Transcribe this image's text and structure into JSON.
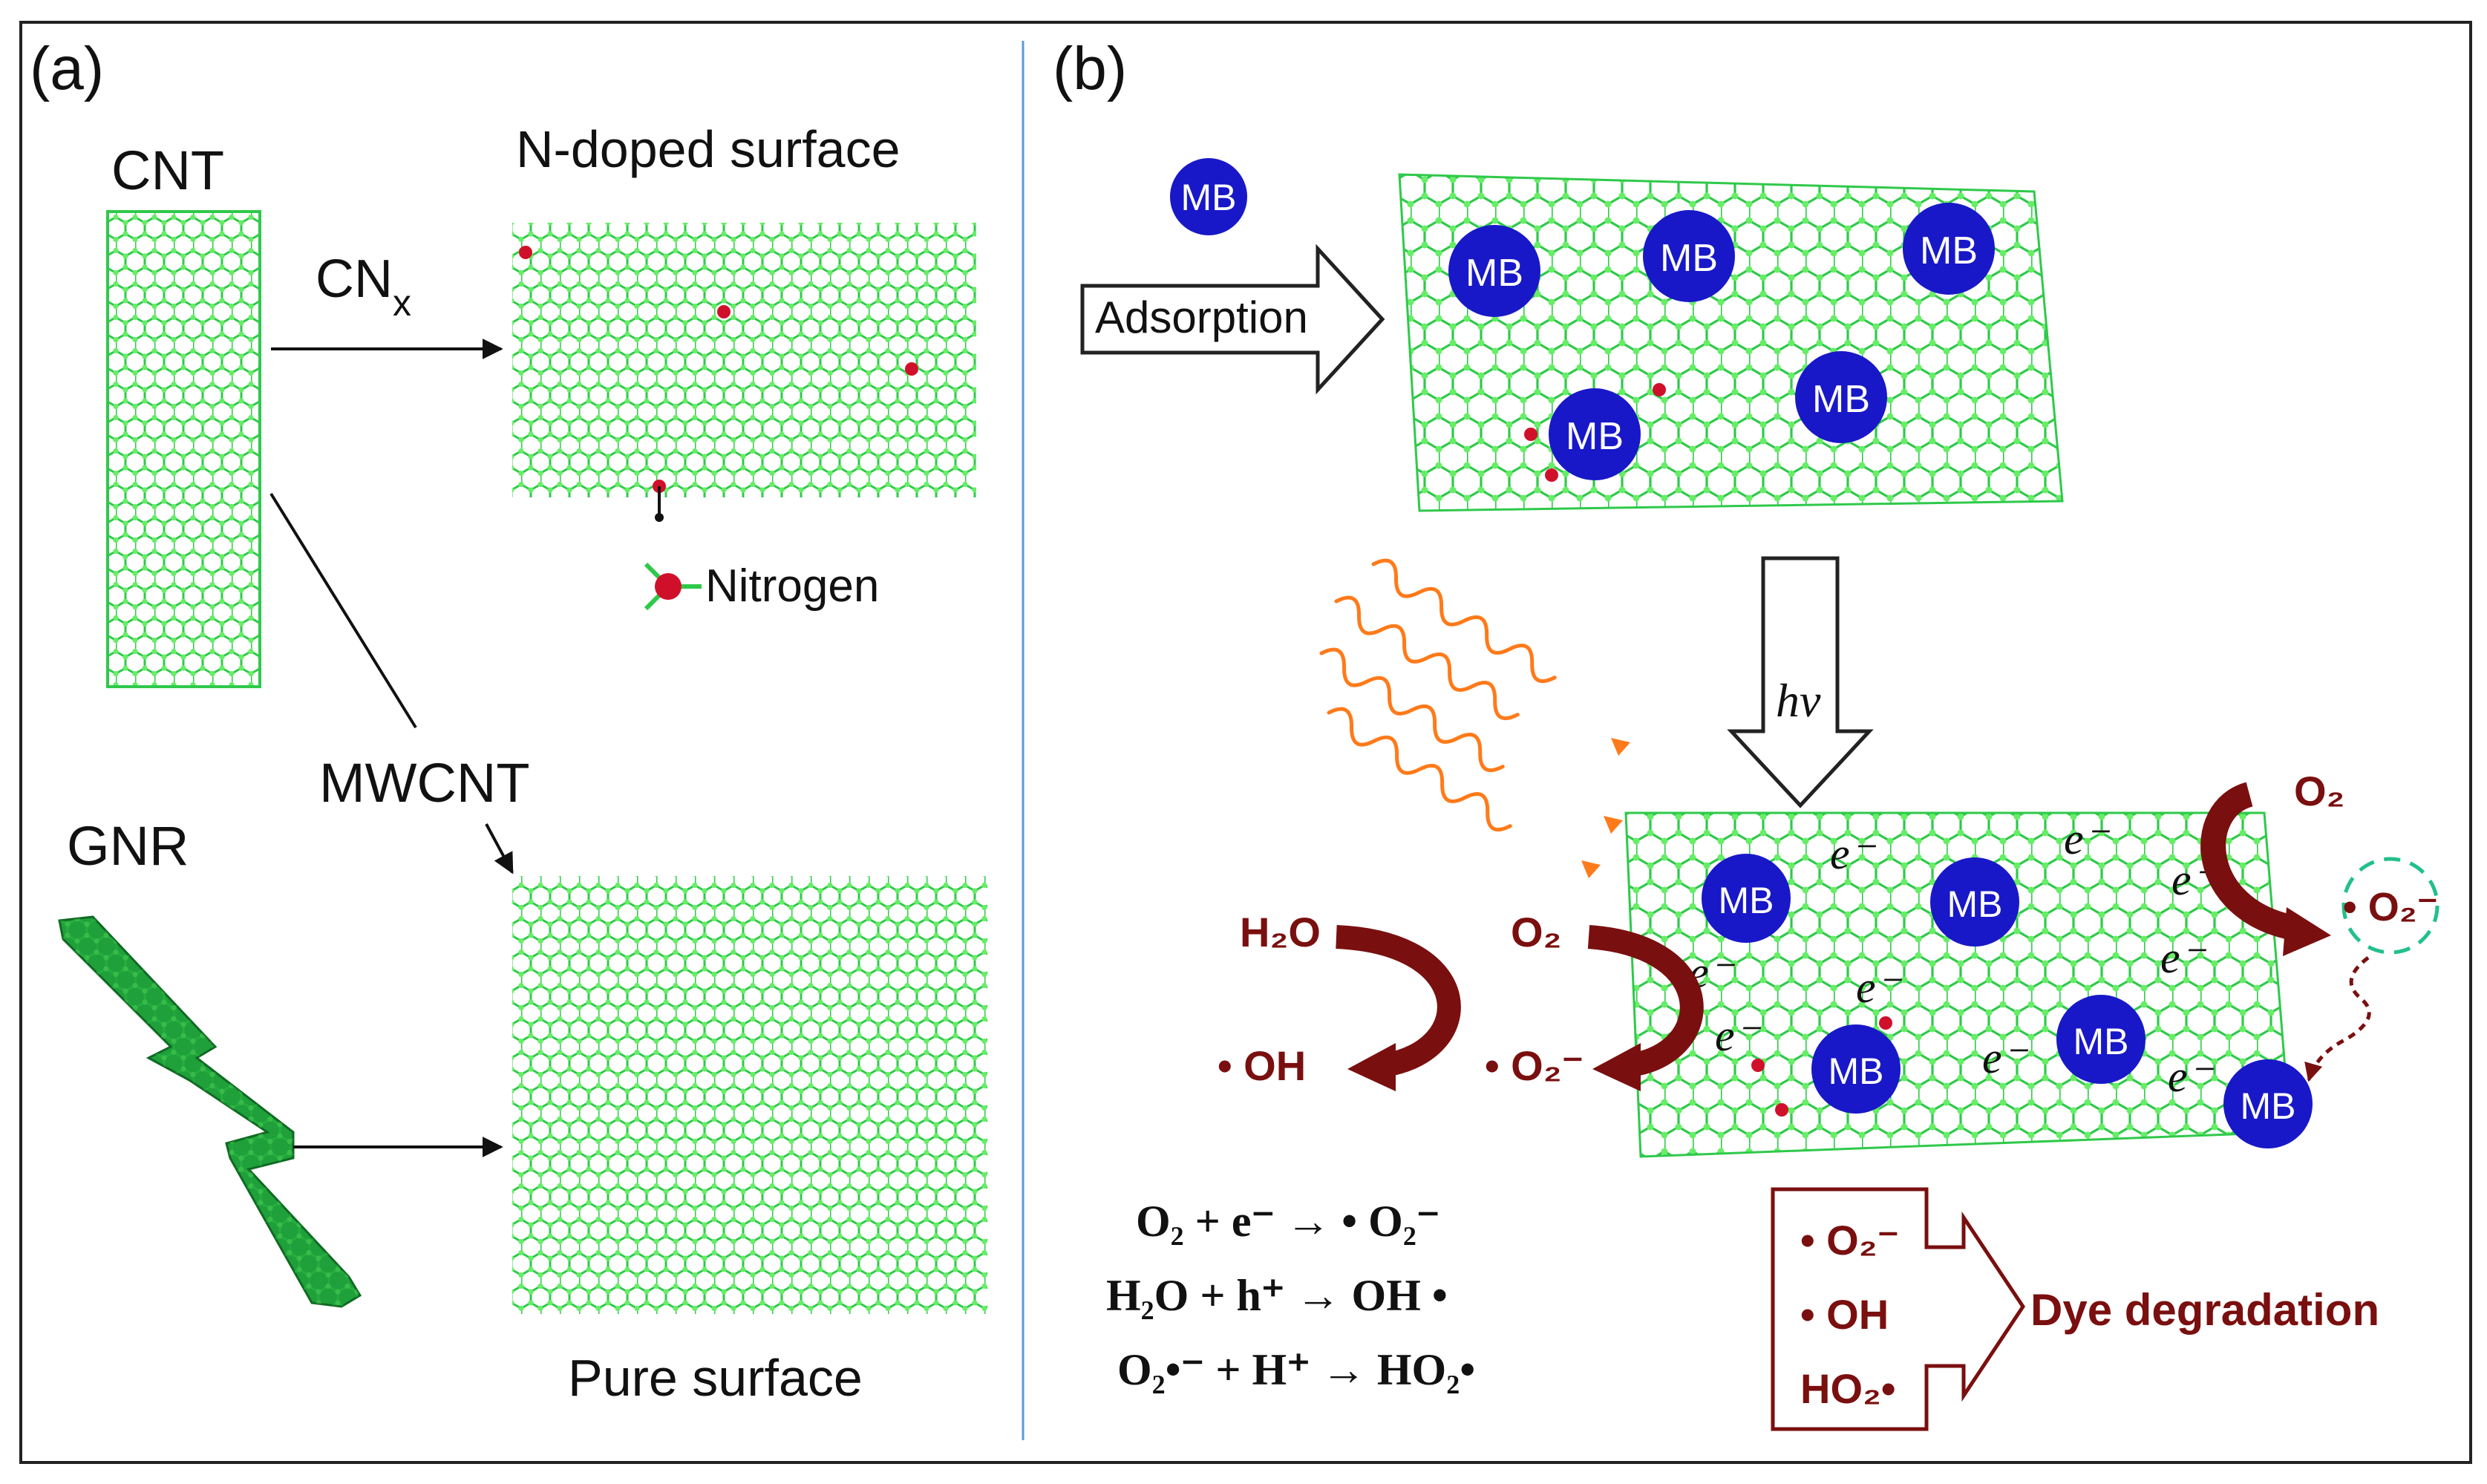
{
  "panel_a": {
    "label": "(a)",
    "cnt": "CNT",
    "cnx_main": "CN",
    "cnx_sub": "x",
    "n_doped": "N-doped surface",
    "nitrogen": "Nitrogen",
    "mwcnt": "MWCNT",
    "gnr": "GNR",
    "pure": "Pure surface"
  },
  "panel_b": {
    "label": "(b)",
    "mb": "MB",
    "adsorption": "Adsorption",
    "hv": "hv",
    "electron": "e⁻",
    "o2_right": "O₂",
    "o2_rad_right": "• O₂⁻",
    "h2o": "H₂O",
    "oh_rad": "• OH",
    "o2_left": "O₂",
    "o2_rad_left": "• O₂⁻",
    "box_line1": "• O₂⁻",
    "box_line2": "• OH",
    "box_line3": "HO₂•",
    "dye_degradation": "Dye degradation",
    "eq1": "O₂ + e⁻ → • O₂⁻",
    "eq2": "H₂O + h⁺ → OH •",
    "eq3": "O₂•⁻ + H⁺ → HO₂•"
  },
  "colors": {
    "lattice": "#33d94a",
    "mb_fill": "#1818c8",
    "dark_red": "#7a0f0f",
    "orange": "#ff7a1a",
    "teal": "#22c08a",
    "divider": "#5b9bd5",
    "nitrogen_red": "#d0102a"
  }
}
